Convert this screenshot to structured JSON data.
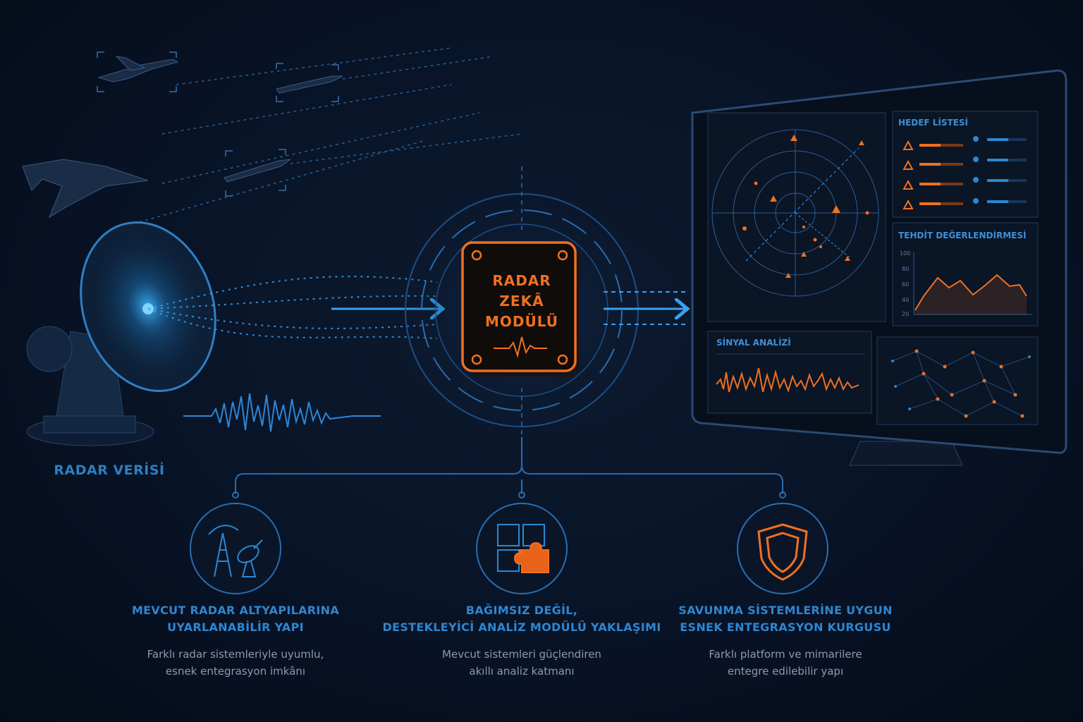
{
  "labels": {
    "radar_data": "RADAR VERİSİ",
    "module_line1": "RADAR",
    "module_line2": "ZEKÂ",
    "module_line3": "MODÜLÜ"
  },
  "monitor": {
    "target_list_title": "HEDEF LİSTESİ",
    "threat_title": "TEHDİT DEĞERLENDİRMESİ",
    "signal_title": "SİNYAL ANALİZİ",
    "threat_axis": [
      "100",
      "80",
      "60",
      "40",
      "20"
    ]
  },
  "features": [
    {
      "icon": "radar-antenna-icon",
      "title_line1": "MEVCUT RADAR ALTYAPILARINA",
      "title_line2": "UYARLANABİLİR YAPI",
      "desc_line1": "Farklı radar sistemleriyle uyumlu,",
      "desc_line2": "esnek entegrasyon imkânı"
    },
    {
      "icon": "puzzle-icon",
      "title_line1": "BAĞIMSIZ DEĞİL,",
      "title_line2": "DESTEKLEYİCİ ANALİZ MODÜLÜ YAKLAŞIMI",
      "desc_line1": "Mevcut sistemleri güçlendiren",
      "desc_line2": "akıllı analiz katmanı"
    },
    {
      "icon": "shield-icon",
      "title_line1": "SAVUNMA SİSTEMLERİNE UYGUN",
      "title_line2": "ESNEK ENTEGRASYON KURGUSU",
      "desc_line1": "Farklı platform ve mimarilere",
      "desc_line2": "entegre edilebilir yapı"
    }
  ],
  "colors": {
    "accent_orange": "#f07020",
    "accent_blue": "#2f86d0",
    "background": "#081326"
  }
}
